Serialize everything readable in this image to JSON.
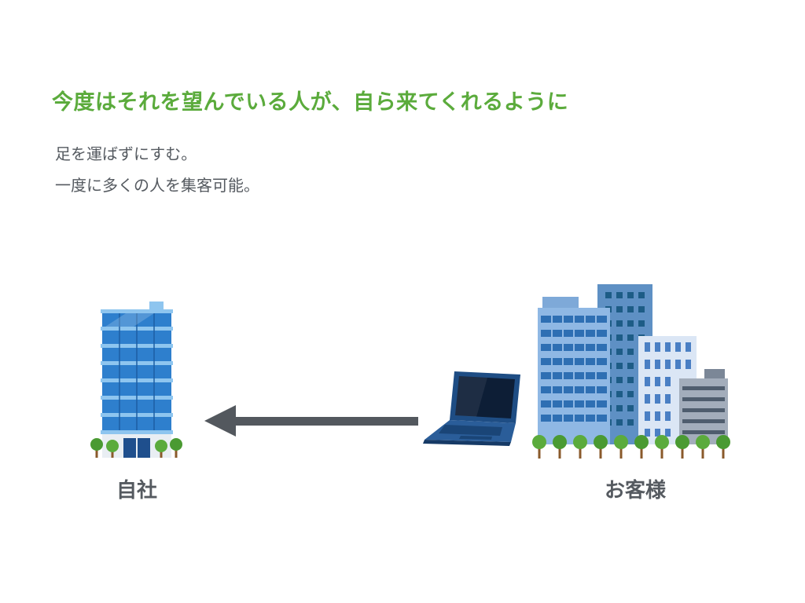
{
  "headline": "今度はそれを望んでいる人が、自ら来てくれるように",
  "body": {
    "line1": "足を運ばずにすむ。",
    "line2": "一度に多くの人を集客可能。"
  },
  "labels": {
    "self": "自社",
    "customers": "お客様"
  },
  "colors": {
    "headline": "#5bab3c",
    "text": "#555a60",
    "arrow": "#53585e",
    "building_blue": "#2e7fcd",
    "tree_green": "#5bab3c"
  },
  "icons": {
    "self": "office-building-icon",
    "laptop": "laptop-icon",
    "customers": "city-buildings-icon",
    "arrow": "arrow-left-icon"
  }
}
